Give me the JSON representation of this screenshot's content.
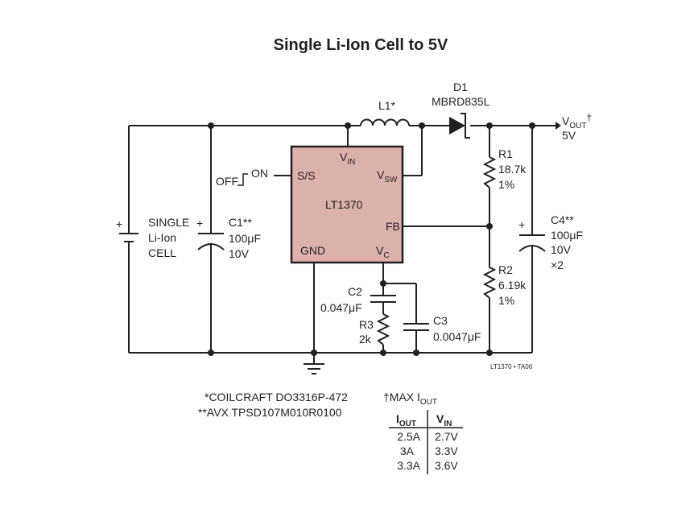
{
  "title": "Single Li-Ion Cell to 5V",
  "ic": {
    "name": "LT1370",
    "fill": "#dcb1ab",
    "pins": {
      "vin_main": "V",
      "vin_sub": "IN",
      "vsw_main": "V",
      "vsw_sub": "SW",
      "ss": "S/S",
      "fb": "FB",
      "gnd": "GND",
      "vc_main": "V",
      "vc_sub": "C"
    }
  },
  "switch": {
    "off": "OFF",
    "on": "ON"
  },
  "battery": {
    "plus": "+",
    "line1": "SINGLE",
    "line2": "Li-Ion",
    "line3": "CELL"
  },
  "c1": {
    "plus": "+",
    "name": "C1**",
    "value": "100",
    "unit": "F",
    "voltage": "10V"
  },
  "l1": {
    "name": "L1*"
  },
  "d1": {
    "name": "D1",
    "part": "MBRD835L"
  },
  "vout": {
    "main": "V",
    "sub": "OUT",
    "dagger": "†",
    "value": "5V"
  },
  "r1": {
    "name": "R1",
    "value": "18.7k",
    "tol": "1%"
  },
  "r2": {
    "name": "R2",
    "value": "6.19k",
    "tol": "1%"
  },
  "c4": {
    "plus": "+",
    "name": "C4**",
    "value": "100",
    "unit": "F",
    "voltage": "10V",
    "mult": "×2"
  },
  "c2": {
    "name": "C2",
    "value": "0.047",
    "unit": "F"
  },
  "r3": {
    "name": "R3",
    "value": "2k"
  },
  "c3": {
    "name": "C3",
    "value": "0.0047",
    "unit": "F"
  },
  "mu": "μ",
  "figure_id": "LT1370 • TA06",
  "notes": {
    "note1": "*COILCRAFT DO3316P-472",
    "note2": "**AVX TPSD107M010R0100"
  },
  "table": {
    "caption_prefix": "†MAX I",
    "caption_sub": "OUT",
    "col1_main": "I",
    "col1_sub": "OUT",
    "col2_main": "V",
    "col2_sub": "IN",
    "rows": [
      {
        "iout": "2.5A",
        "vin": "2.7V"
      },
      {
        "iout": "3A",
        "vin": "3.3V"
      },
      {
        "iout": "3.3A",
        "vin": "3.6V"
      }
    ]
  }
}
